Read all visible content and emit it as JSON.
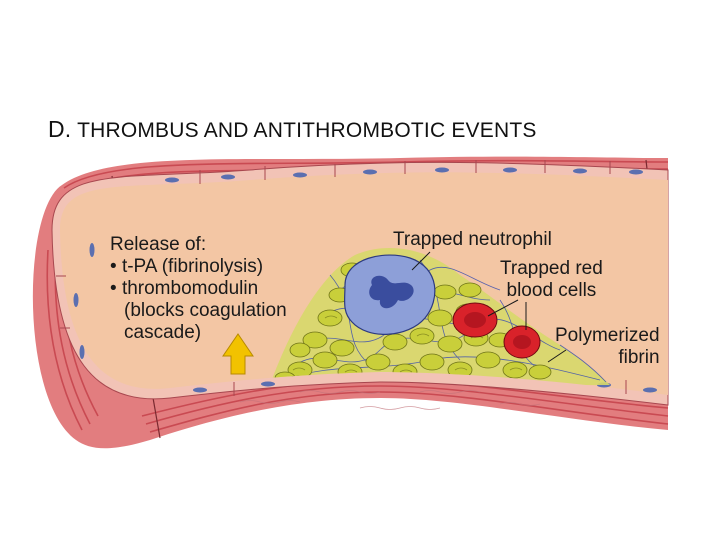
{
  "figure": {
    "title_letter": "D.",
    "title": "THROMBUS AND ANTITHROMBOTIC EVENTS"
  },
  "labels": {
    "release_heading": "Release of:",
    "release_items": [
      "t-PA (fibrinolysis)",
      "thrombomodulin",
      "(blocks coagulation",
      "cascade)"
    ],
    "trapped_neutrophil": "Trapped neutrophil",
    "trapped_rbc_line1": "Trapped red",
    "trapped_rbc_line2": "blood cells",
    "polymerized_line1": "Polymerized",
    "polymerized_line2": "fibrin"
  },
  "colors": {
    "vessel_wall": "#e27d7f",
    "wall_stripe": "#c94a52",
    "lumen": "#f3c6a4",
    "endothelium": "#f2c3b6",
    "endothelial_nucleus": "#5b6fb0",
    "platelet": "#c9cf3a",
    "neutrophil": "#8d9fd8",
    "red_blood_cell": "#d9222a",
    "fibrin": "#3c4fb0",
    "arrow": "#f2c200"
  },
  "icons": {
    "release_arrow": "up-arrow-icon"
  }
}
